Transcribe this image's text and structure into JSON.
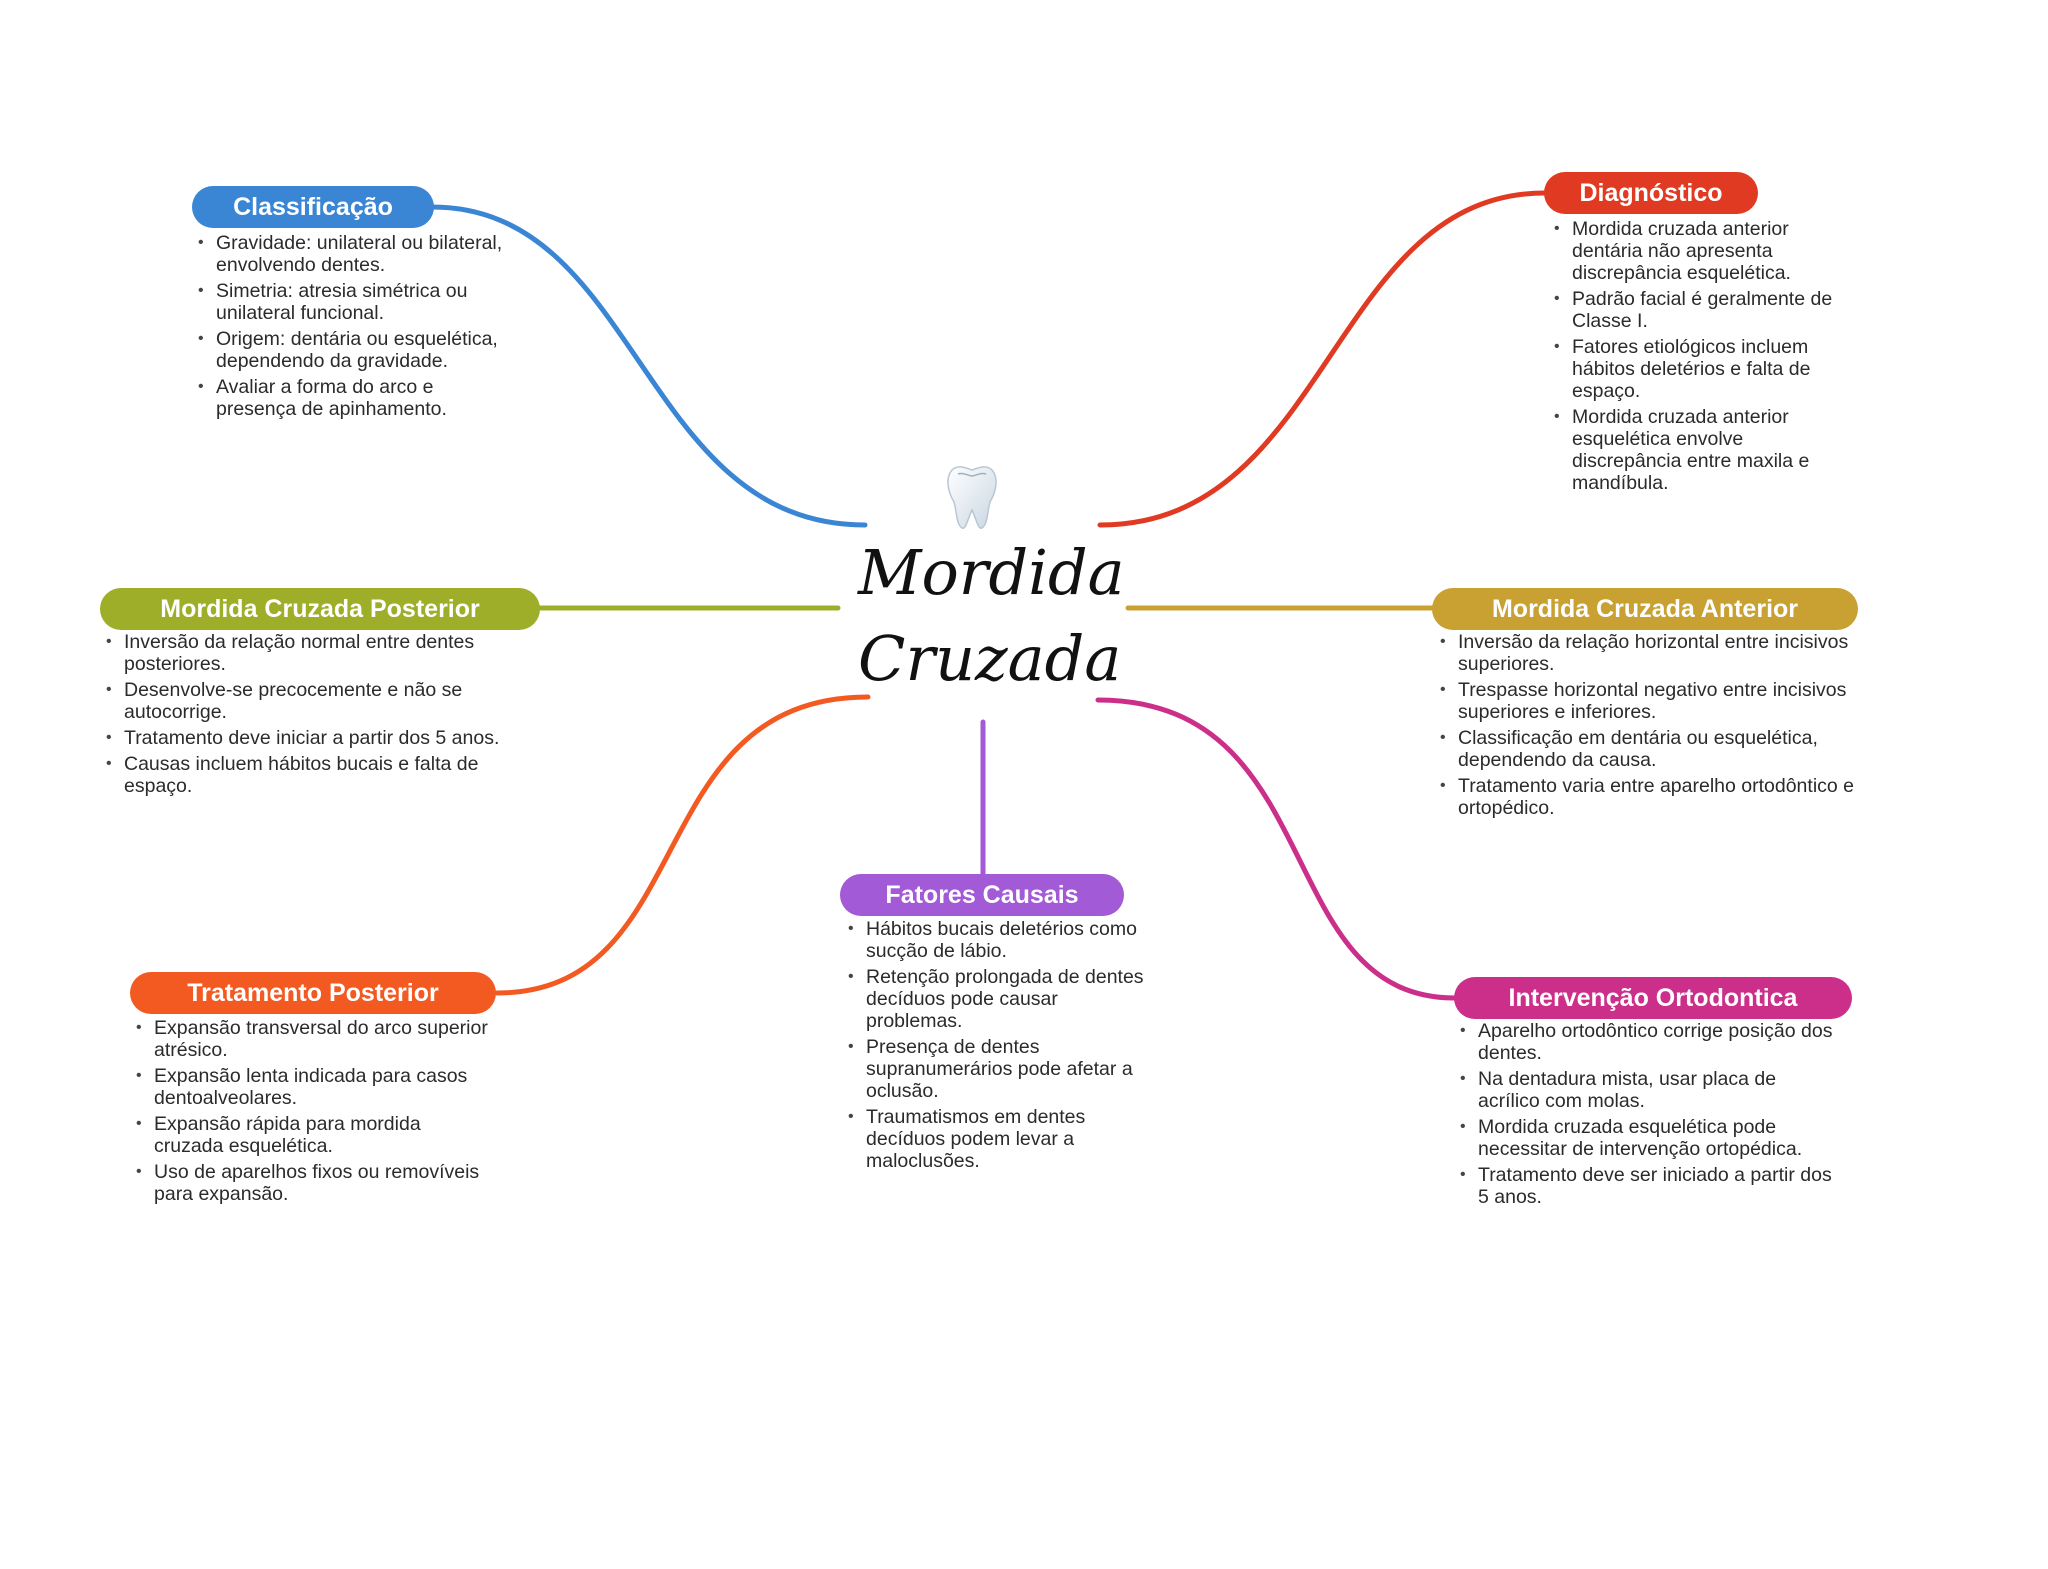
{
  "central_topic": "Mordida Cruzada",
  "center_icon": "tooth-icon",
  "branches": [
    {
      "title": "Classificação",
      "color": "#3a86d4",
      "items": [
        "Gravidade: unilateral ou bilateral, envolvendo dentes.",
        "Simetria: atresia simétrica ou unilateral funcional.",
        "Origem: dentária ou esquelética, dependendo da gravidade.",
        "Avaliar a forma do arco e presença de apinhamento."
      ]
    },
    {
      "title": "Diagnóstico",
      "color": "#e03a22",
      "items": [
        "Mordida cruzada anterior dentária não apresenta discrepância esquelética.",
        "Padrão facial é geralmente de Classe I.",
        "Fatores etiológicos incluem hábitos deletérios e falta de espaço.",
        "Mordida cruzada anterior esquelética envolve discrepância entre maxila e mandíbula."
      ]
    },
    {
      "title": "Mordida Cruzada Posterior",
      "color": "#9eae28",
      "items": [
        "Inversão da relação normal entre dentes posteriores.",
        "Desenvolve-se precocemente e não se autocorrige.",
        "Tratamento deve iniciar a partir dos 5 anos.",
        "Causas incluem hábitos bucais e falta de espaço."
      ]
    },
    {
      "title": "Mordida Cruzada Anterior",
      "color": "#c8a132",
      "items": [
        "Inversão da relação horizontal entre incisivos superiores.",
        "Trespasse horizontal negativo entre incisivos superiores e inferiores.",
        "Classificação em dentária ou esquelética, dependendo da causa.",
        "Tratamento varia entre aparelho ortodôntico e ortopédico."
      ]
    },
    {
      "title": "Tratamento Posterior",
      "color": "#f25a22",
      "items": [
        "Expansão transversal do arco superior atrésico.",
        "Expansão lenta indicada para casos dentoalveolares.",
        "Expansão rápida para mordida cruzada esquelética.",
        "Uso de aparelhos fixos ou removíveis para expansão."
      ]
    },
    {
      "title": "Fatores Causais",
      "color": "#a35ad6",
      "items": [
        "Hábitos bucais deletérios como sucção de lábio.",
        "Retenção prolongada de dentes decíduos pode causar problemas.",
        "Presença de dentes supranumerários pode afetar a oclusão.",
        "Traumatismos em dentes decíduos podem levar a maloclusões."
      ]
    },
    {
      "title": "Intervenção Ortodontica",
      "color": "#cc2f8a",
      "items": [
        "Aparelho ortodôntico corrige posição dos dentes.",
        "Na dentadura mista, usar placa de acrílico com molas.",
        "Mordida cruzada esquelética pode necessitar de intervenção ortopédica.",
        "Tratamento deve ser iniciado a partir dos 5 anos."
      ]
    }
  ]
}
